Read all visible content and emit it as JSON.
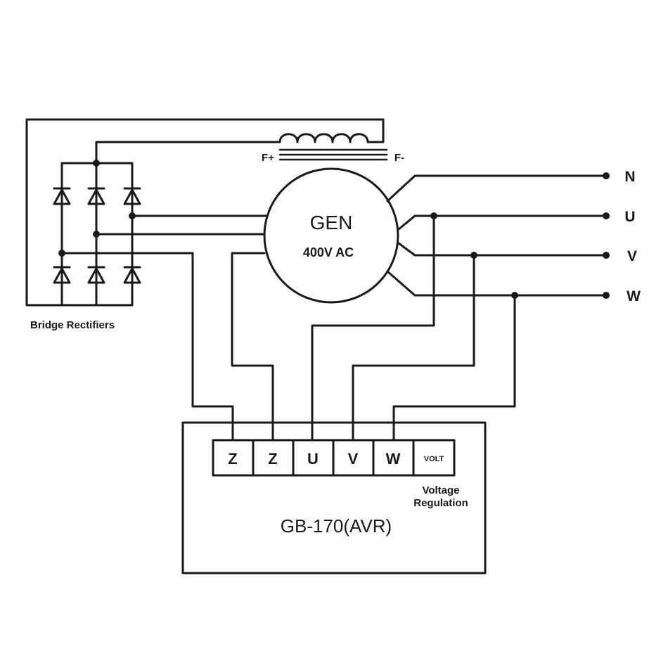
{
  "generator": {
    "name": "GEN",
    "rating": "400V AC"
  },
  "field": {
    "positive": "F+",
    "negative": "F-"
  },
  "rectifier_label": "Bridge Rectifiers",
  "outputs": [
    "N",
    "U",
    "V",
    "W"
  ],
  "avr": {
    "model": "GB-170(AVR)",
    "terminals": [
      "Z",
      "Z",
      "U",
      "V",
      "W",
      "VOLT"
    ],
    "pot_label_line1": "Voltage",
    "pot_label_line2": "Regulation"
  }
}
